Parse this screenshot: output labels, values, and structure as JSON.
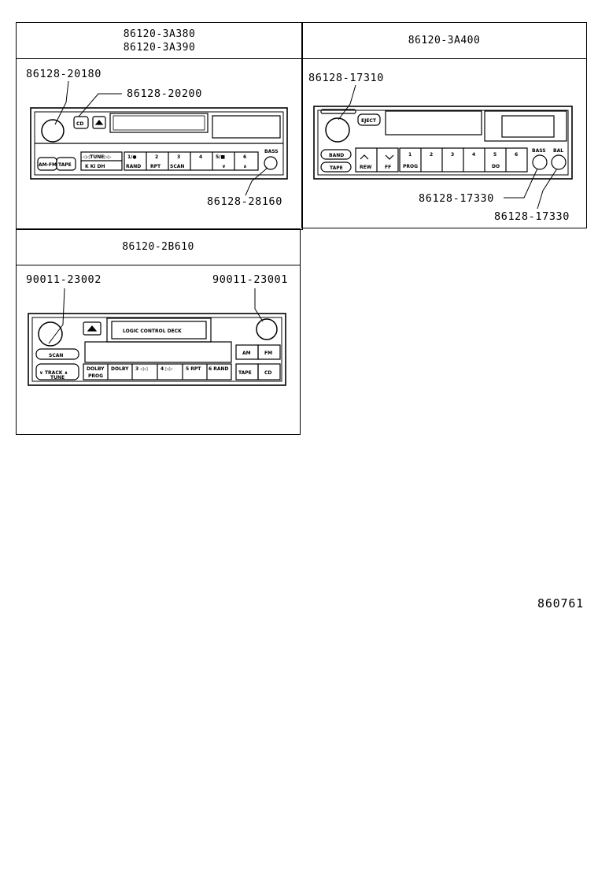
{
  "panels": {
    "p1": {
      "header_line1": "86120-3A380",
      "header_line2": "86120-3A390",
      "part_a": "86128-20180",
      "part_b": "86128-20200",
      "part_c": "86128-28160"
    },
    "p2": {
      "header": "86120-3A400",
      "part_a": "86128-17310",
      "part_b": "86128-17330",
      "part_c": "86128-17330"
    },
    "p3": {
      "header": "86120-2B610",
      "part_a": "90011-23002",
      "part_b": "90011-23001"
    }
  },
  "radio1_labels": {
    "cd": "CD",
    "eject": "⏏",
    "amfm": "AM·FM",
    "tape": "TAPE",
    "tune": "◁◁TUNE▷▷",
    "seek": "K Ki   DH",
    "b1": "1/●",
    "b1s": "RAND",
    "b2": "2",
    "b2s": "RPT",
    "b3": "3",
    "b3s": "SCAN",
    "b4": "4",
    "b5": "5/■",
    "b5s": "∨",
    "b6": "6",
    "b6s": "∧",
    "knob": "BASS"
  },
  "radio2_labels": {
    "eject": "EJECT",
    "band": "BAND",
    "tape": "TAPE",
    "rew": "REW",
    "ff": "FF",
    "b1": "1",
    "b1s": "PROG",
    "b2": "2",
    "b3": "3",
    "b4": "4",
    "b5": "5",
    "b5s": "DO",
    "b6": "6",
    "knob1": "BASS",
    "knob2": "BAL"
  },
  "radio3_labels": {
    "eject": "⏏",
    "deck": "LOGIC CONTROL DECK",
    "scan": "SCAN",
    "track": "TRACK",
    "tune": "TUNE",
    "am": "AM",
    "fm": "FM",
    "tape": "TAPE",
    "cd": "CD",
    "b1": "DOLBY",
    "b1s": "PROG",
    "b2": "DOLBY",
    "b3": "3 ◁◁",
    "b4": "4 ▷▷",
    "b5": "5 RPT",
    "b6": "6 RAND"
  },
  "ref_number": "860761"
}
